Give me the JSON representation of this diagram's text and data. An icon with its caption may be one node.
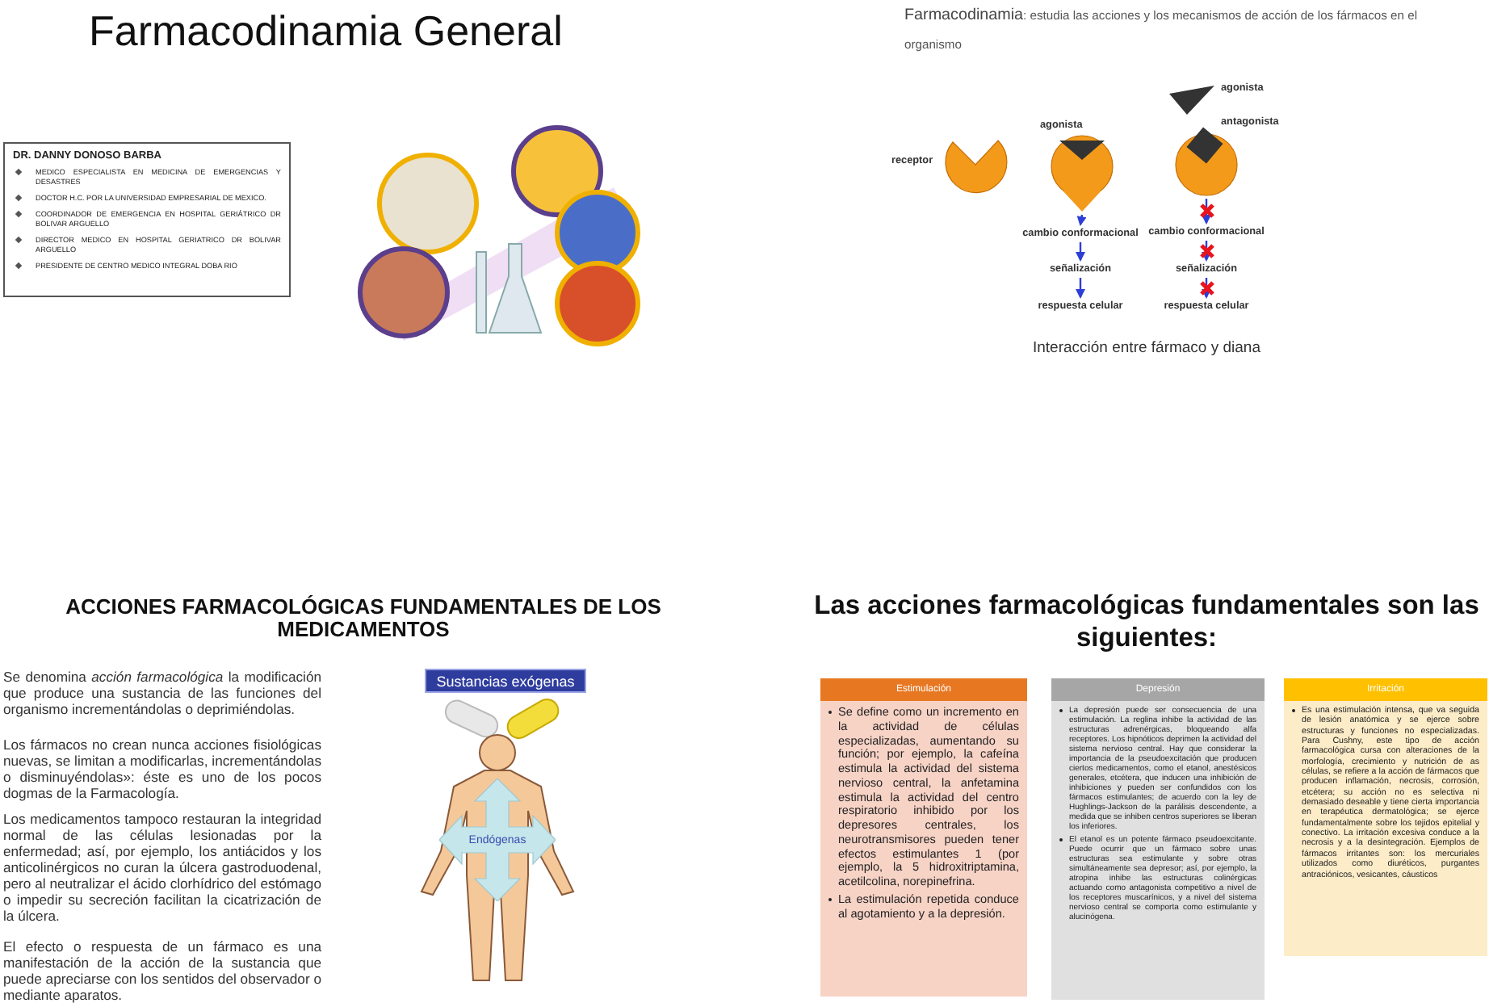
{
  "diagram": {
    "title": "Farmacodinamia General",
    "nodes": [
      {
        "text": [
          "DR. DANNY DONOSO BARBA",
          "MEDICO ESPECIALISTA EN MEDICINA DE EMERGENCIAS Y DESASTRES",
          "DOCTOR H.C. POR LA UNIVERSIDAD EMPRESARIAL DE MEXICO.",
          "COORDINADOR DE EMERGENCIA EN HOSPITAL GERIÁTRICO DR BOLIVAR ARGUELLO",
          "DIRECTOR MEDICO EN HOSPITAL GERIATRICO DR BOLIVAR ARGUELLO",
          "PRESIDENTE DE CENTRO MEDICO INTEGRAL DOBA RIO"
        ]
      },
      {
        "text": [
          "cambio conformacional"
        ]
      },
      {
        "text": [
          "señalización"
        ]
      },
      {
        "text": [
          "respuesta celular"
        ]
      },
      {
        "text": [
          "cambio conformacional"
        ]
      },
      {
        "text": [
          "señalización"
        ]
      },
      {
        "text": [
          "respuesta celular"
        ]
      },
      {
        "text": [],
        "shape": "picture"
      },
      {
        "text": [],
        "shape": "picture"
      },
      {
        "text": [
          "Sustancias exógenas"
        ]
      },
      {
        "text": [
          "Endógenas"
        ]
      },
      {
        "text": [
          "Estimulación",
          "Se define como un incremento en la actividad de células especializadas, aumentando su función; por ejemplo, la cafeína estimula la actividad del sistema nervioso central, la anfetamina estimula la actividad del centro respiratorio inhibido por los depresores centrales, los neurotransmisores pueden tener efectos estimulantes 1 (por ejemplo, la 5 hidroxitriptamina, acetilcolina, norepinefrina.",
          "La estimulación repetida conduce al agotamiento y a la depresión."
        ]
      },
      {
        "text": [
          "Depresión",
          "La depresión puede ser consecuencia de una estimulación. La reglina inhibe la actividad de las estructuras adrenérgicas, bloqueando alfa receptores. Los hipnóticos deprimen la actividad del sistema nervioso central. Hay que considerar la importancia de la pseudoexcitación que producen ciertos medicamentos, como el etanol, anestésicos generales, etcétera, que inducen una inhibición de inhibiciones y pueden ser confundidos con los fármacos estimulantes; de acuerdo con la ley de Hughlings-Jackson de la parálisis descendente, a medida que se inhiben centros superiores se liberan los inferiores.",
          "El etanol es un potente fármaco pseudoexcitante. Puede ocurrir que un fármaco sobre unas estructuras sea estimulante y sobre otras simultáneamente sea depresor; así, por ejemplo, la atropina inhibe las estructuras colinérgicas actuando como antagonista competitivo a nivel de los receptores muscarínicos, y a nivel del sistema nervioso central se comporta como estimulante y alucinógena."
        ]
      },
      {
        "text": [
          "Irritación",
          "Es una estimulación intensa, que va seguida de lesión anatómica y se ejerce sobre estructuras y funciones no especializadas. Para Cushny, este tipo de acción farmacológica cursa con alteraciones de la morfología, crecimiento y nutrición de as células, se refiere a la acción de fármacos que producen inflamación, necrosis, corrosión, etcétera; su acción no es selectiva ni demasiado deseable y tiene cierta importancia en terapéutica dermatológica; se ejerce fundamentalmente sobre los tejidos epitelial y conectivo. La irritación excesiva conduce a la necrosis y a la desintegración. Ejemplos de fármacos irritantes son: los mercuriales utilizados como diuréticos, purgantes antraciónicos, vesicantes, cáusticos"
        ]
      }
    ],
    "edges": [
      {
        "from": 7,
        "to": 1,
        "arrow": "to"
      },
      {
        "from": 1,
        "to": 2,
        "arrow": "to"
      },
      {
        "from": 2,
        "to": 3,
        "arrow": "to"
      },
      {
        "from": 8,
        "to": 4,
        "arrow": "to"
      },
      {
        "from": 4,
        "to": 5,
        "arrow": "to"
      },
      {
        "from": 5,
        "to": 6,
        "arrow": "to"
      }
    ],
    "labels": [
      "**Farmacodinamia**: estudia las acciones y los mecanismos de acción de los fármacos en el organismo",
      "agonista",
      "antagonista",
      "receptor",
      "agonista",
      "Interacción entre fármaco y diana",
      "ACCIONES FARMACOLÓGICAS FUNDAMENTALES DE LOS MEDICAMENTOS",
      "Se denomina *acción farmacológica* la modificación que produce una sustancia de las funciones del organismo incrementándolas o deprimiéndolas.",
      "Los fármacos no crean nunca acciones fisiológicas nuevas, se limitan a modificarlas, incrementándolas o disminuyéndolas»: éste es uno de los pocos dogmas de la Farmacología.",
      "Los medicamentos tampoco restauran la integridad normal de las células lesionadas por la enfermedad; así, por ejemplo, los antiácidos y los anticolinérgicos no curan la úlcera gastroduodenal, pero al neutralizar el ácido clorhídrico del estómago o impedir su secreción facilitan la cicatrización de la úlcera.",
      "El efecto o respuesta de un fármaco es una manifestación de la acción de la sustancia que puede apreciarse con los sentidos del observador o mediante aparatos.",
      "Las acciones farmacológicas fundamentales son las siguientes:"
    ]
  }
}
